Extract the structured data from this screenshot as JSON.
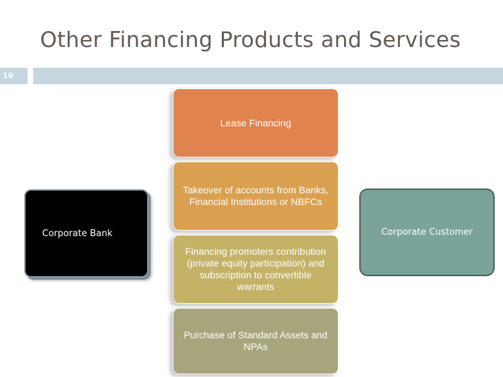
{
  "slide": {
    "title": "Other Financing Products and Services",
    "number": "10"
  },
  "left_node": {
    "label": "Corporate Bank"
  },
  "right_node": {
    "label": "Corporate Customer"
  },
  "center_boxes": [
    {
      "label": "Lease Financing",
      "color": "#e0834e"
    },
    {
      "label": "Takeover of accounts from Banks, Financial Institutions or NBFCs",
      "color": "#d9a050"
    },
    {
      "label": "Financing promoters contribution (private equity participation) and subscription to convertible warrants",
      "color": "#c4b267"
    },
    {
      "label": "Purchase of Standard Assets and NPAs",
      "color": "#a6a57b"
    }
  ]
}
